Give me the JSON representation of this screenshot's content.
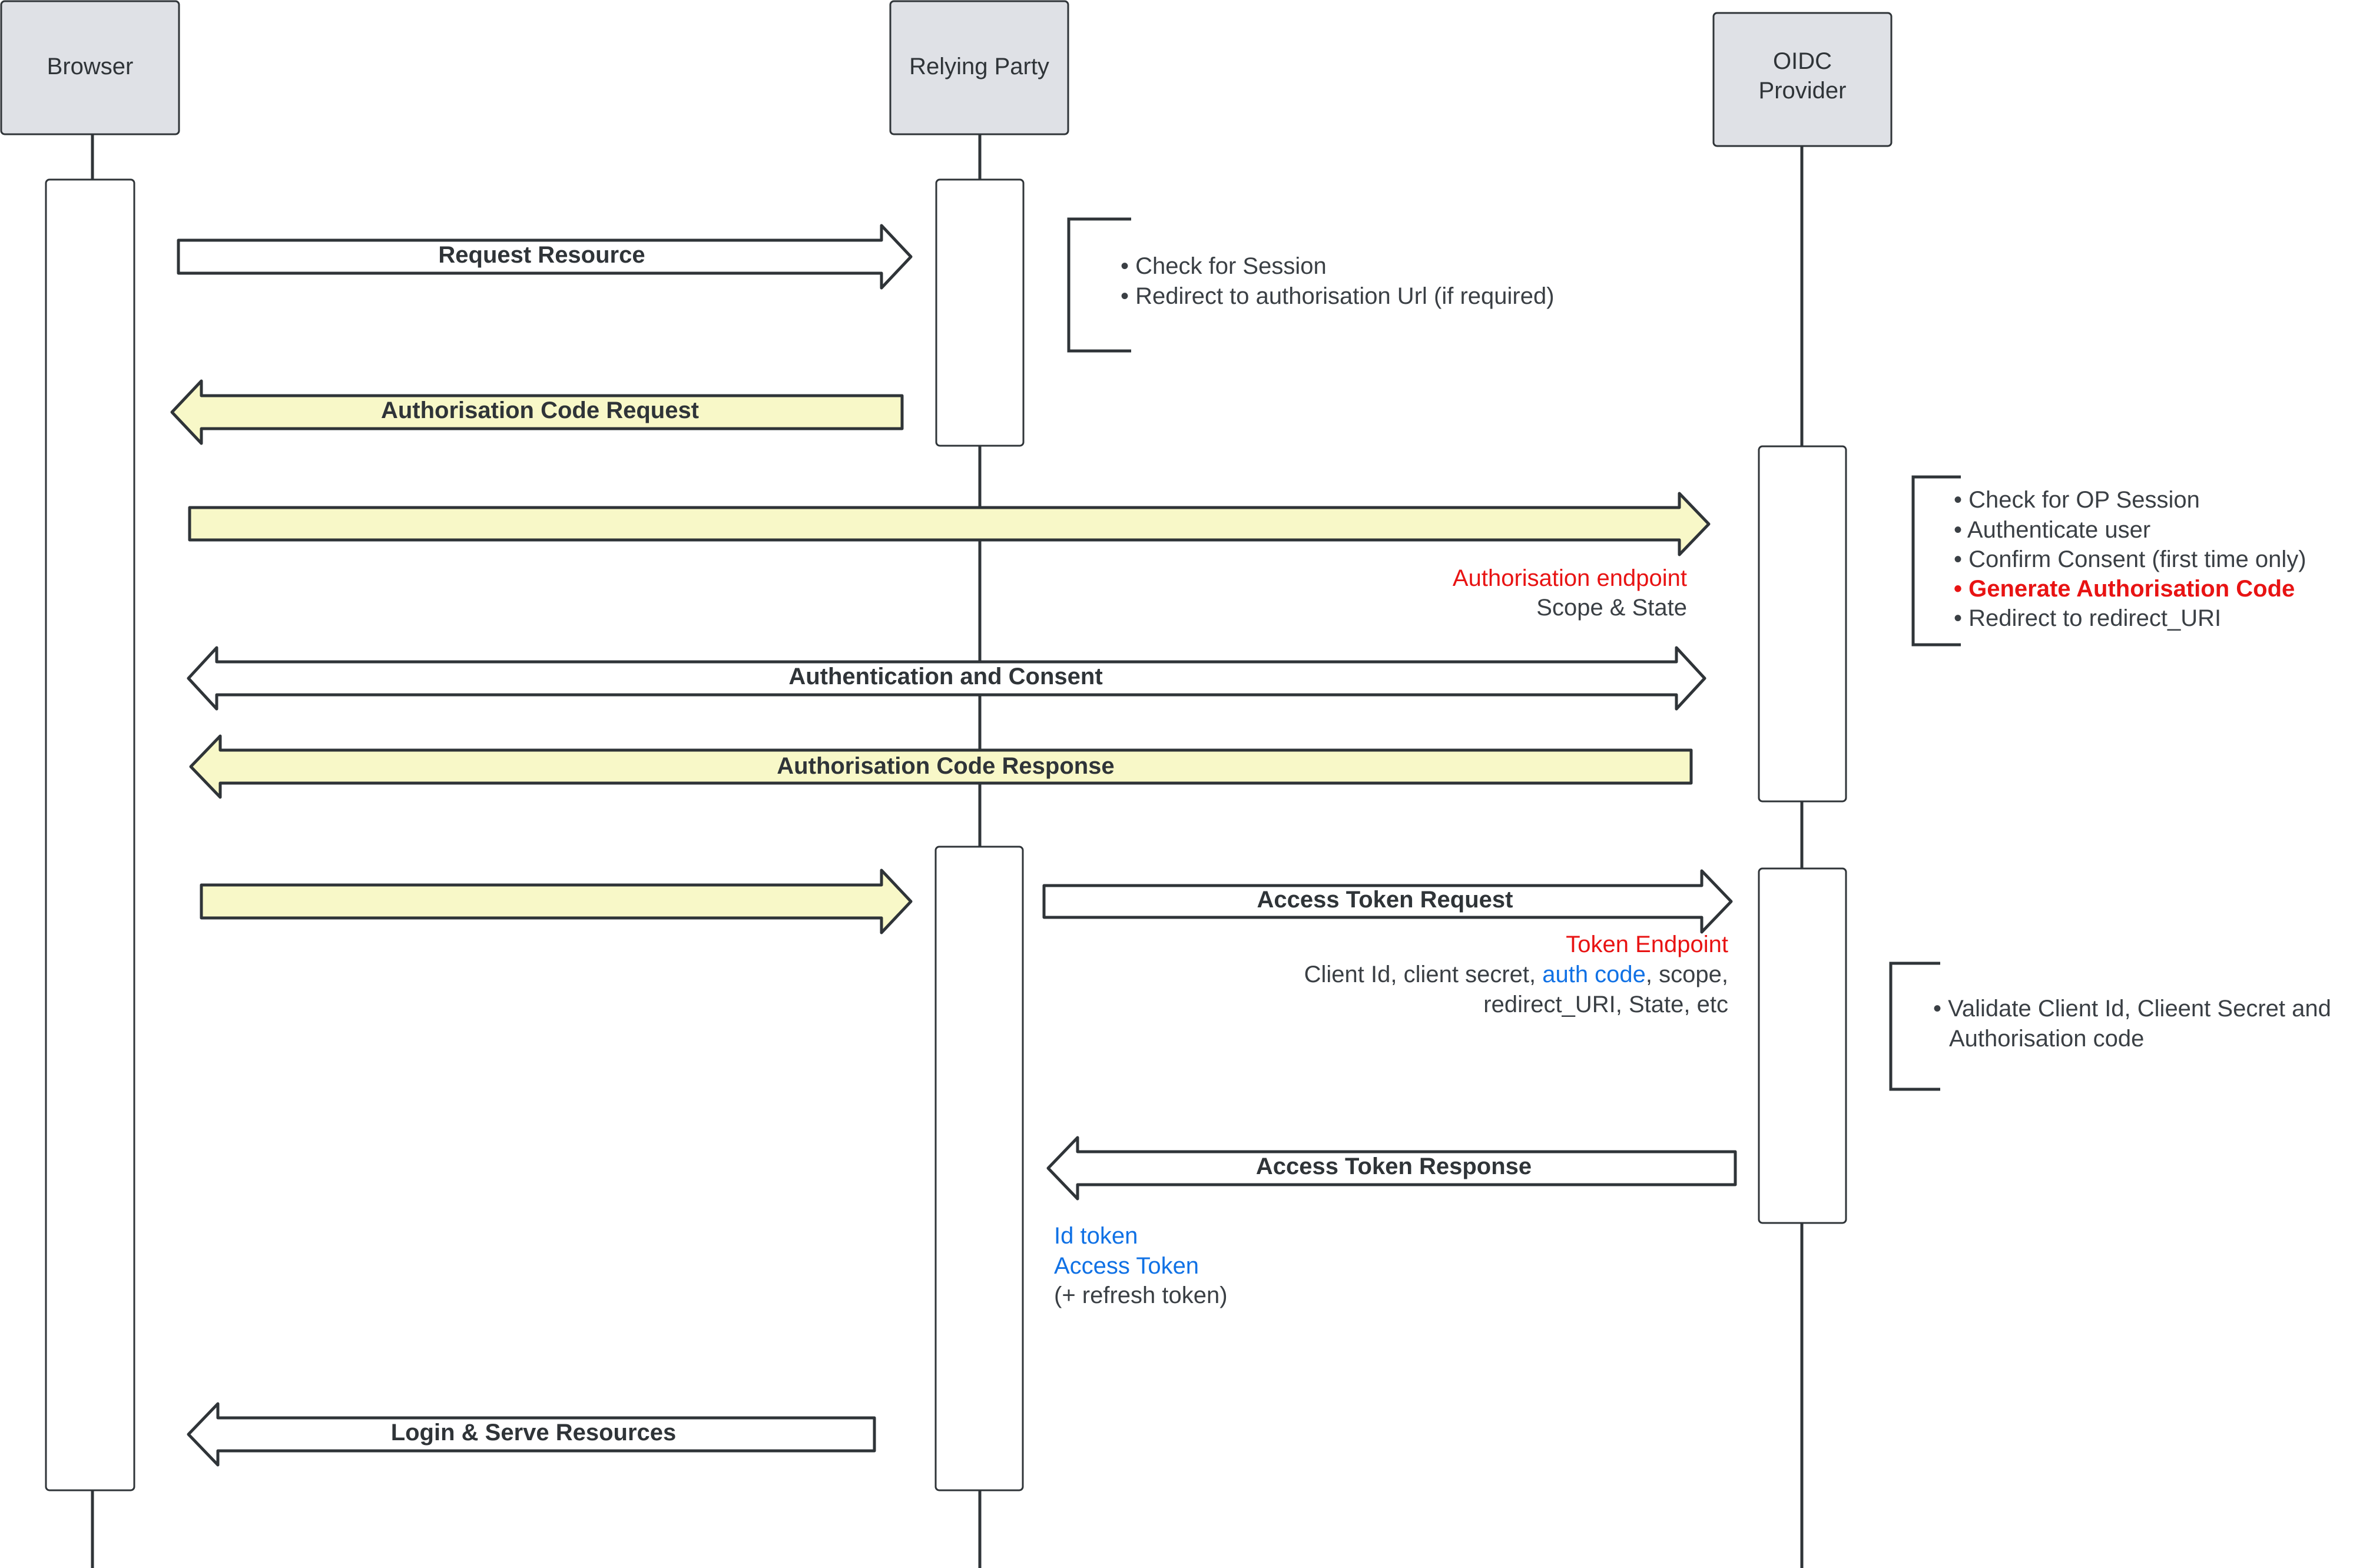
{
  "colors": {
    "text": "#3a3f44",
    "red": "#e81313",
    "blue": "#1071e5",
    "arrow_fill": "#f8f8c8",
    "actor_fill": "#dfe1e6"
  },
  "actors": {
    "browser": "Browser",
    "relying_party": "Relying Party",
    "oidc_line1": "OIDC",
    "oidc_line2": "Provider"
  },
  "messages": {
    "request_resource": "Request Resource",
    "auth_code_request": "Authorisation Code Request",
    "auth_and_consent": "Authentication and Consent",
    "auth_code_response": "Authorisation Code Response",
    "access_token_request": "Access Token Request",
    "access_token_response": "Access Token Response",
    "login_serve": "Login & Serve Resources"
  },
  "notes": {
    "rp_session": [
      "• Check for Session",
      "• Redirect to authorisation Url (if required)"
    ],
    "op_steps": [
      "• Check for OP Session",
      "• Authenticate user",
      "• Confirm Consent (first time only)",
      "• Generate Authorisation Code",
      "• Redirect to redirect_URI"
    ],
    "auth_endpoint": "Authorisation endpoint",
    "scope_state": "Scope & State",
    "token_endpoint": "Token Endpoint",
    "token_params_a": "Client Id, client secret, ",
    "token_params_auth_code": "auth code",
    "token_params_b": ", scope,",
    "token_params_line2": "redirect_URI, State, etc",
    "validate_line1": "• Validate Client Id, Clieent Secret and",
    "validate_line2": "Authorisation code",
    "id_token": "Id token",
    "access_token": "Access Token",
    "refresh_token": "(+ refresh token)"
  }
}
